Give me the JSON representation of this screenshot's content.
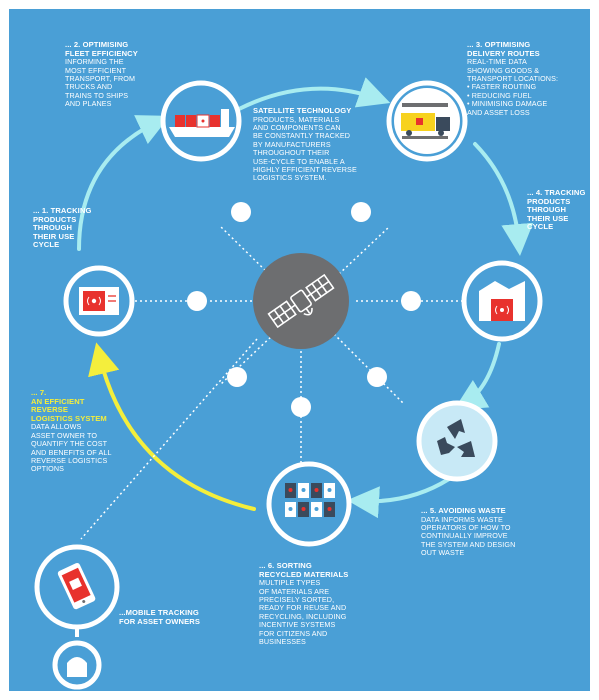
{
  "colors": {
    "background": "#4a9fd6",
    "ring": "#ffffff",
    "node_fill": "#4a9fd6",
    "hub": "#6d6e70",
    "arrow": "#a8ecf0",
    "highlight_arrow": "#f4ee3c",
    "accent_red": "#e8322d",
    "recycle_bg": "#c8e9f6",
    "bin_dark": "#3a4a5c"
  },
  "center": {
    "icon": "satellite-icon",
    "heading": "SATELLITE TECHNOLOGY",
    "body": "PRODUCTS, MATERIALS\nAND COMPONENTS CAN\nBE CONSTANTLY TRACKED\nBY MANUFACTURERS\nTHROUGHOUT THEIR\nUSE-CYCLE TO ENABLE A\nHIGHLY EFFICIENT REVERSE\nLOGISTICS SYSTEM."
  },
  "steps": [
    {
      "id": "tracking-use-cycle",
      "icon": "container-tag-icon",
      "heading": "... 1. TRACKING\nPRODUCTS\nTHROUGH\nTHEIR USE\nCYCLE",
      "body": ""
    },
    {
      "id": "fleet-efficiency",
      "icon": "cargo-ship-icon",
      "heading": "... 2. OPTIMISING\nFLEET EFFICIENCY",
      "body": "INFORMING THE\nMOST EFFICIENT\nTRANSPORT, FROM\nTRUCKS AND\nTRAINS TO SHIPS\nAND PLANES"
    },
    {
      "id": "delivery-routes",
      "icon": "truck-icon",
      "heading": "... 3. OPTIMISING\nDELIVERY ROUTES",
      "body": "REAL-TIME DATA\nSHOWING GOODS &\nTRANSPORT LOCATIONS:\n• FASTER ROUTING\n• REDUCING FUEL\n• MINIMISING DAMAGE\nAND ASSET LOSS"
    },
    {
      "id": "tracking-products",
      "icon": "warehouse-icon",
      "heading": "... 4. TRACKING\nPRODUCTS\nTHROUGH\nTHEIR USE\nCYCLE",
      "body": ""
    },
    {
      "id": "avoiding-waste",
      "icon": "recycle-icon",
      "heading": "... 5. AVOIDING WASTE",
      "body": "DATA INFORMS WASTE\nOPERATORS OF HOW TO\nCONTINUALLY IMPROVE\nTHE SYSTEM AND DESIGN\nOUT WASTE"
    },
    {
      "id": "sorting-materials",
      "icon": "recycling-bins-icon",
      "heading": "... 6. SORTING\nRECYCLED MATERIALS",
      "body": "MULTIPLE TYPES\nOF MATERIALS ARE\nPRECISELY SORTED,\nREADY FOR REUSE AND\nRECYCLING, INCLUDING\nINCENTIVE SYSTEMS\nFOR CITIZENS AND\nBUSINESSES"
    },
    {
      "id": "reverse-logistics",
      "icon": "",
      "heading": "... 7.\nAN EFFICIENT\nREVERSE\nLOGISTICS SYSTEM",
      "body": "DATA ALLOWS\nASSET OWNER TO\nQUANTIFY THE COST\nAND BENEFITS OF ALL\nREVERSE LOGISTICS\nOPTIONS"
    },
    {
      "id": "mobile-tracking",
      "icon": "smartphone-icon",
      "heading": "...MOBILE TRACKING\nFOR ASSET OWNERS",
      "body": ""
    }
  ]
}
